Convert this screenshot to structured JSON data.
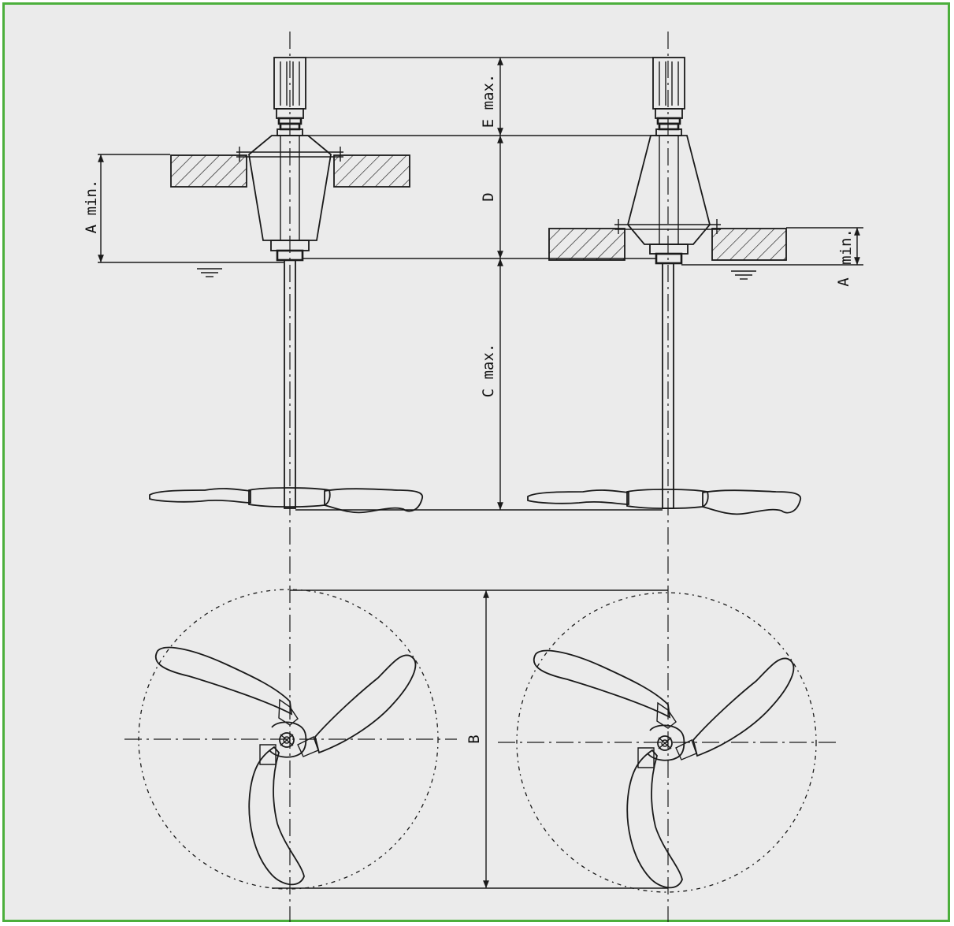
{
  "labels": {
    "e_max": "E max.",
    "d": "D",
    "a_min": "A min.",
    "a": "A",
    "min": "min.",
    "c_max": "C max.",
    "b": "B"
  },
  "colors": {
    "frame_border": "#4caf3c",
    "background": "#ebebeb",
    "ink": "#1a1a1a"
  }
}
